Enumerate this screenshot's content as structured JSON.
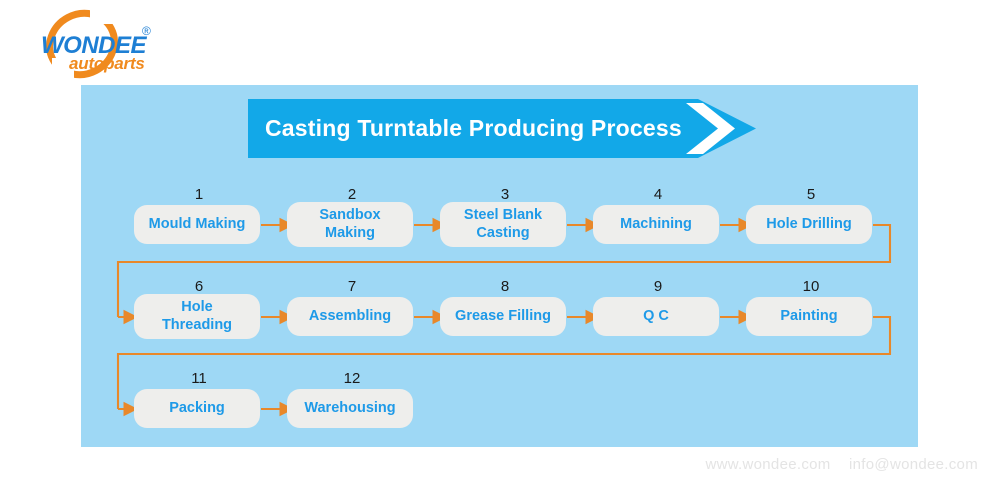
{
  "brand": {
    "name": "WONDEE",
    "tagline": "autoparts",
    "registered_mark": "®",
    "name_color": "#1e7fd4",
    "tagline_color": "#f08a1e",
    "swoosh_color": "#f08a1e"
  },
  "panel": {
    "background_color": "#9ed8f5"
  },
  "title": {
    "text": "Casting Turntable Producing Process",
    "banner_color": "#12a8e8",
    "text_color": "#ffffff"
  },
  "flow": {
    "node_fill": "#eeeeec",
    "node_text_color": "#1e9ae8",
    "number_color": "#1a1a1a",
    "connector_color": "#e8882a",
    "rows": [
      {
        "nodes": [
          {
            "number": "1",
            "label": "Mould Making"
          },
          {
            "number": "2",
            "label": "Sandbox\nMaking"
          },
          {
            "number": "3",
            "label": "Steel Blank\nCasting"
          },
          {
            "number": "4",
            "label": "Machining"
          },
          {
            "number": "5",
            "label": "Hole Drilling"
          }
        ]
      },
      {
        "nodes": [
          {
            "number": "6",
            "label": "Hole\nThreading"
          },
          {
            "number": "7",
            "label": "Assembling"
          },
          {
            "number": "8",
            "label": "Grease Filling"
          },
          {
            "number": "9",
            "label": "Q C"
          },
          {
            "number": "10",
            "label": "Painting"
          }
        ]
      },
      {
        "nodes": [
          {
            "number": "11",
            "label": "Packing"
          },
          {
            "number": "12",
            "label": "Warehousing"
          }
        ]
      }
    ]
  },
  "footer": {
    "website": "www.wondee.com",
    "email": "info@wondee.com",
    "text_color": "#e4e4e4"
  }
}
